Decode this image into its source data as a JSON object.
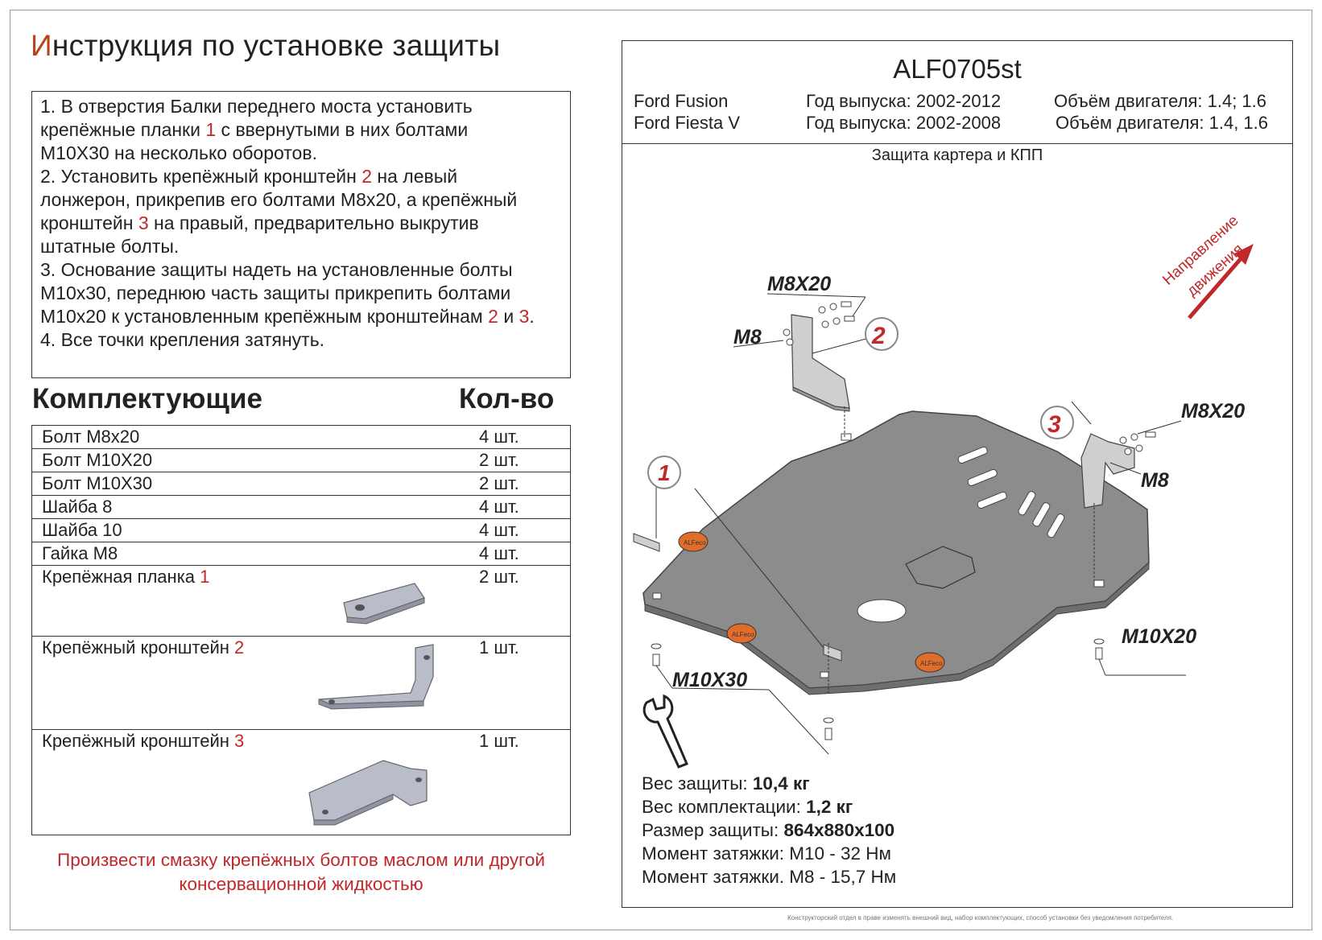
{
  "title_first_letter": "И",
  "title_rest": "нструкция по установке защиты",
  "instructions": {
    "line1": "1. В отверстия Балки переднего моста установить",
    "line2_a": "крепёжные планки ",
    "line2_num": "1",
    "line2_b": " с ввернутыми в них болтами",
    "line3": "M10X30 на несколько оборотов.",
    "line4_a": "2. Установить крепёжный кронштейн ",
    "line4_num": "2",
    "line4_b": " на левый",
    "line5": "лонжерон, прикрепив его болтами M8x20, а крепёжный",
    "line6_a": "кронштейн ",
    "line6_num": "3",
    "line6_b": " на правый, предварительно выкрутив",
    "line7": "штатные болты.",
    "line8": "3. Основание защиты  надеть на установленные болты",
    "line9": "M10x30, переднюю часть защиты прикрепить болтами",
    "line10_a": "M10x20 к установленным крепёжным кронштейнам ",
    "line10_num1": "2",
    "line10_mid": " и ",
    "line10_num2": "3",
    "line10_end": ".",
    "line11": "4. Все точки крепления затянуть."
  },
  "components_header": "Комплектующие",
  "qty_header": "Кол-во",
  "components": [
    {
      "name": "Болт M8x20",
      "qty": "4 шт."
    },
    {
      "name": "Болт M10X20",
      "qty": "2 шт."
    },
    {
      "name": "Болт M10X30",
      "qty": "2 шт."
    },
    {
      "name": "Шайба 8",
      "qty": "4 шт."
    },
    {
      "name": "Шайба 10",
      "qty": "4 шт."
    },
    {
      "name": "Гайка M8",
      "qty": "4 шт."
    }
  ],
  "parts": [
    {
      "name": "Крепёжная планка ",
      "num": "1",
      "qty": "2 шт."
    },
    {
      "name": "Крепёжный кронштейн ",
      "num": "2",
      "qty": "1 шт."
    },
    {
      "name": "Крепёжный кронштейн ",
      "num": "3",
      "qty": "1 шт."
    }
  ],
  "note_line1": "Произвести смазку крепёжных болтов маслом или другой",
  "note_line2": "консервационной жидкостью",
  "model": "ALF0705st",
  "cars": [
    {
      "car": "Ford Fusion",
      "year": "Год выпуска: 2002-2012",
      "engine": "Объём двигателя: 1.4; 1.6"
    },
    {
      "car": "Ford Fiesta V",
      "year": "Год выпуска: 2002-2008",
      "engine": "Объём двигателя: 1.4, 1.6"
    }
  ],
  "subtitle": "Защита картера и КПП",
  "direction_line1": "Направление",
  "direction_line2": "движения",
  "labels": {
    "m8x20_left": "M8X20",
    "m8_left": "M8",
    "m8x20_right": "M8X20",
    "m8_right": "M8",
    "m10x20": "M10X20",
    "m10x30": "M10X30",
    "num1": "1",
    "num2": "2",
    "num3": "3",
    "logo": "ALFeco"
  },
  "specs": [
    {
      "label": "Вес защиты: ",
      "value": "10,4 кг",
      "bold": true
    },
    {
      "label": "Вес комплектации: ",
      "value": "1,2 кг",
      "bold": true
    },
    {
      "label": "Размер защиты: ",
      "value": "864x880x100",
      "bold": true
    },
    {
      "label": "Момент затяжки:  ",
      "value": "M10 - 32 Нм",
      "bold": false
    },
    {
      "label": "Момент затяжки.  ",
      "value": "M8 - 15,7 Нм",
      "bold": false
    }
  ],
  "footer": "Конструкторский отдел в праве изменять внешний вид, набор комплектующих, способ установки без уведомления потребителя.",
  "colors": {
    "accent_red": "#c0282a",
    "title_accent": "#b5451b",
    "plate_gray": "#8c8c8c"
  }
}
